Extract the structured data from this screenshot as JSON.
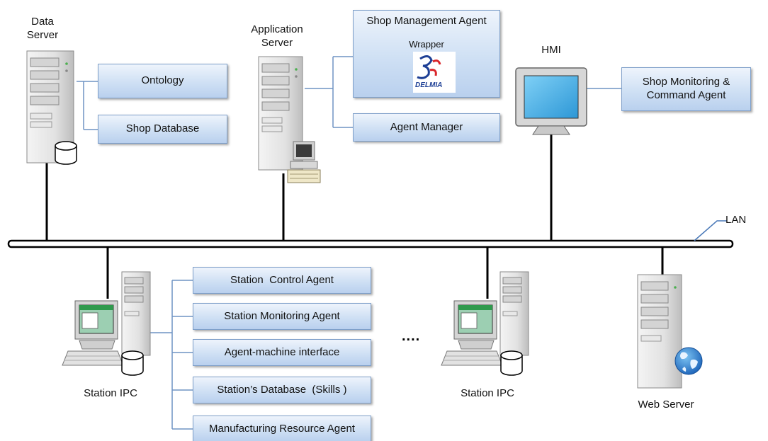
{
  "labels": {
    "data_server": "Data\nServer",
    "application_server": "Application\nServer",
    "hmi": "HMI",
    "lan": "LAN",
    "station_ipc_left": "Station IPC",
    "station_ipc_right": "Station IPC",
    "web_server": "Web Server",
    "ellipsis": "...."
  },
  "boxes": {
    "ontology": "Ontology",
    "shop_database": "Shop Database",
    "shop_management_agent": "Shop Management Agent",
    "wrapper": "Wrapper",
    "delmia": "DELMIA",
    "agent_manager": "Agent Manager",
    "shop_monitoring": "Shop Monitoring &\nCommand Agent",
    "station_control": "Station  Control Agent",
    "station_monitoring": "Station Monitoring Agent",
    "agent_machine": "Agent-machine interface",
    "station_database": "Station’s Database  (Skills )",
    "manufacturing_resource": "Manufacturing Resource Agent"
  },
  "colors": {
    "box_border": "#7e9fc9",
    "connector": "#6f93c3",
    "network_line": "#000000",
    "monitor_screen": "#4fb3ea"
  },
  "icons": [
    "server-tower-icon",
    "database-icon",
    "desktop-computer-icon",
    "monitor-icon",
    "globe-icon",
    "delmia-logo"
  ]
}
